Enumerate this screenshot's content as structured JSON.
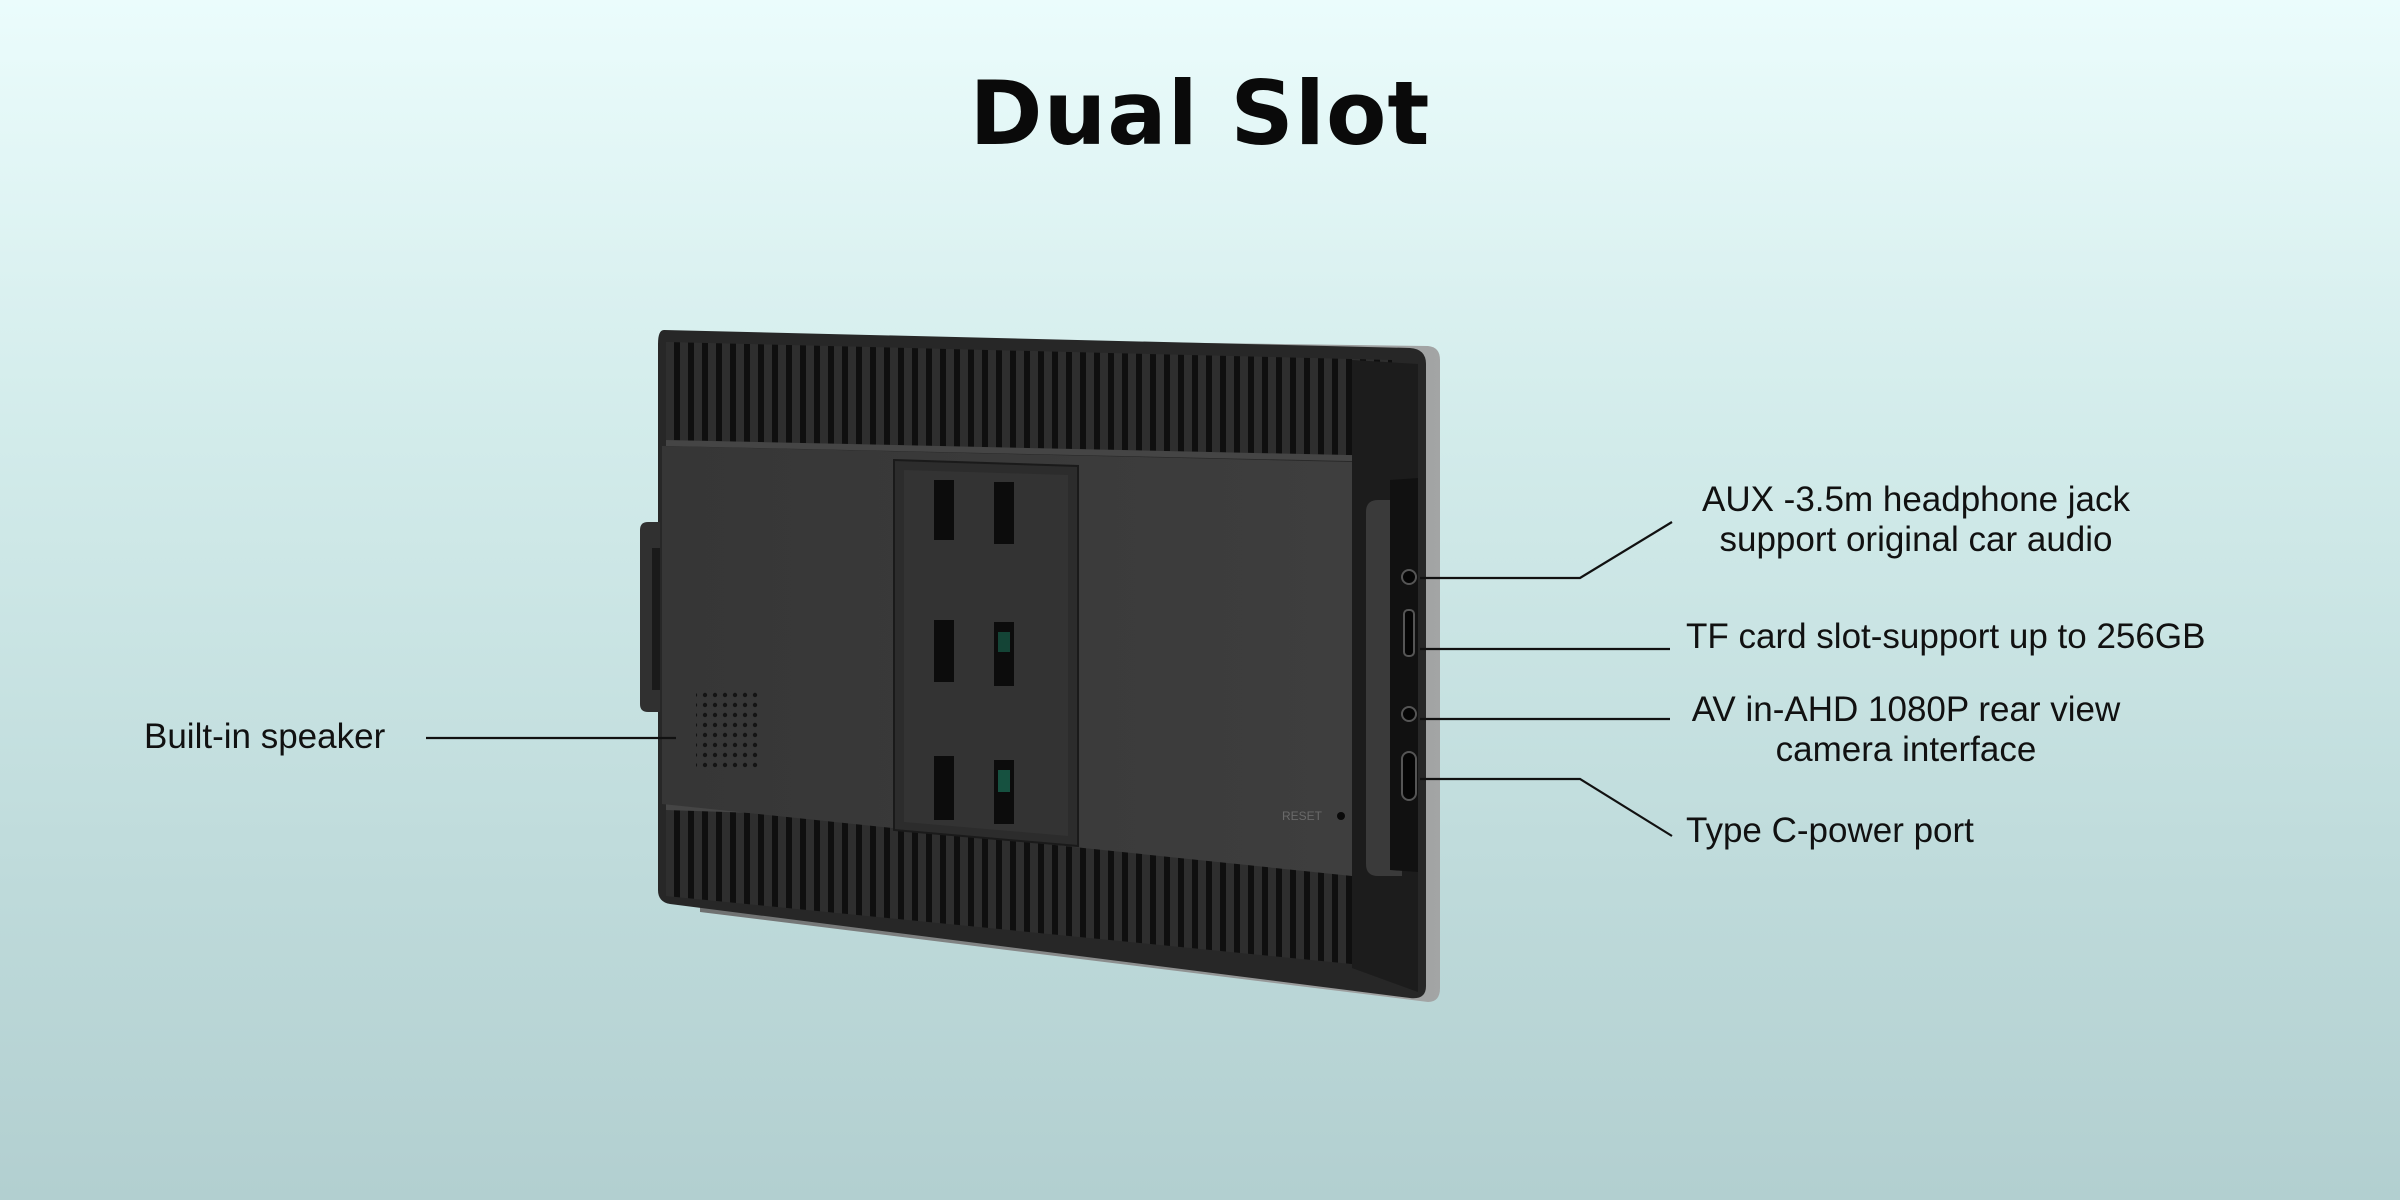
{
  "title": "Dual Slot",
  "labels": {
    "speaker": "Built-in speaker",
    "aux_line1": "AUX -3.5m headphone jack",
    "aux_line2": "support original car audio",
    "tf": "TF  card slot-support up to 256GB",
    "av_line1": "AV in-AHD 1080P rear view",
    "av_line2": "camera interface",
    "typec": "Type C-power port"
  },
  "device": {
    "reset_label": "RESET",
    "body_color": "#2b2b2b",
    "panel_color": "#3a3a3a",
    "frame_color": "#8a8c8c",
    "accent_color": "#1f8a6b"
  }
}
